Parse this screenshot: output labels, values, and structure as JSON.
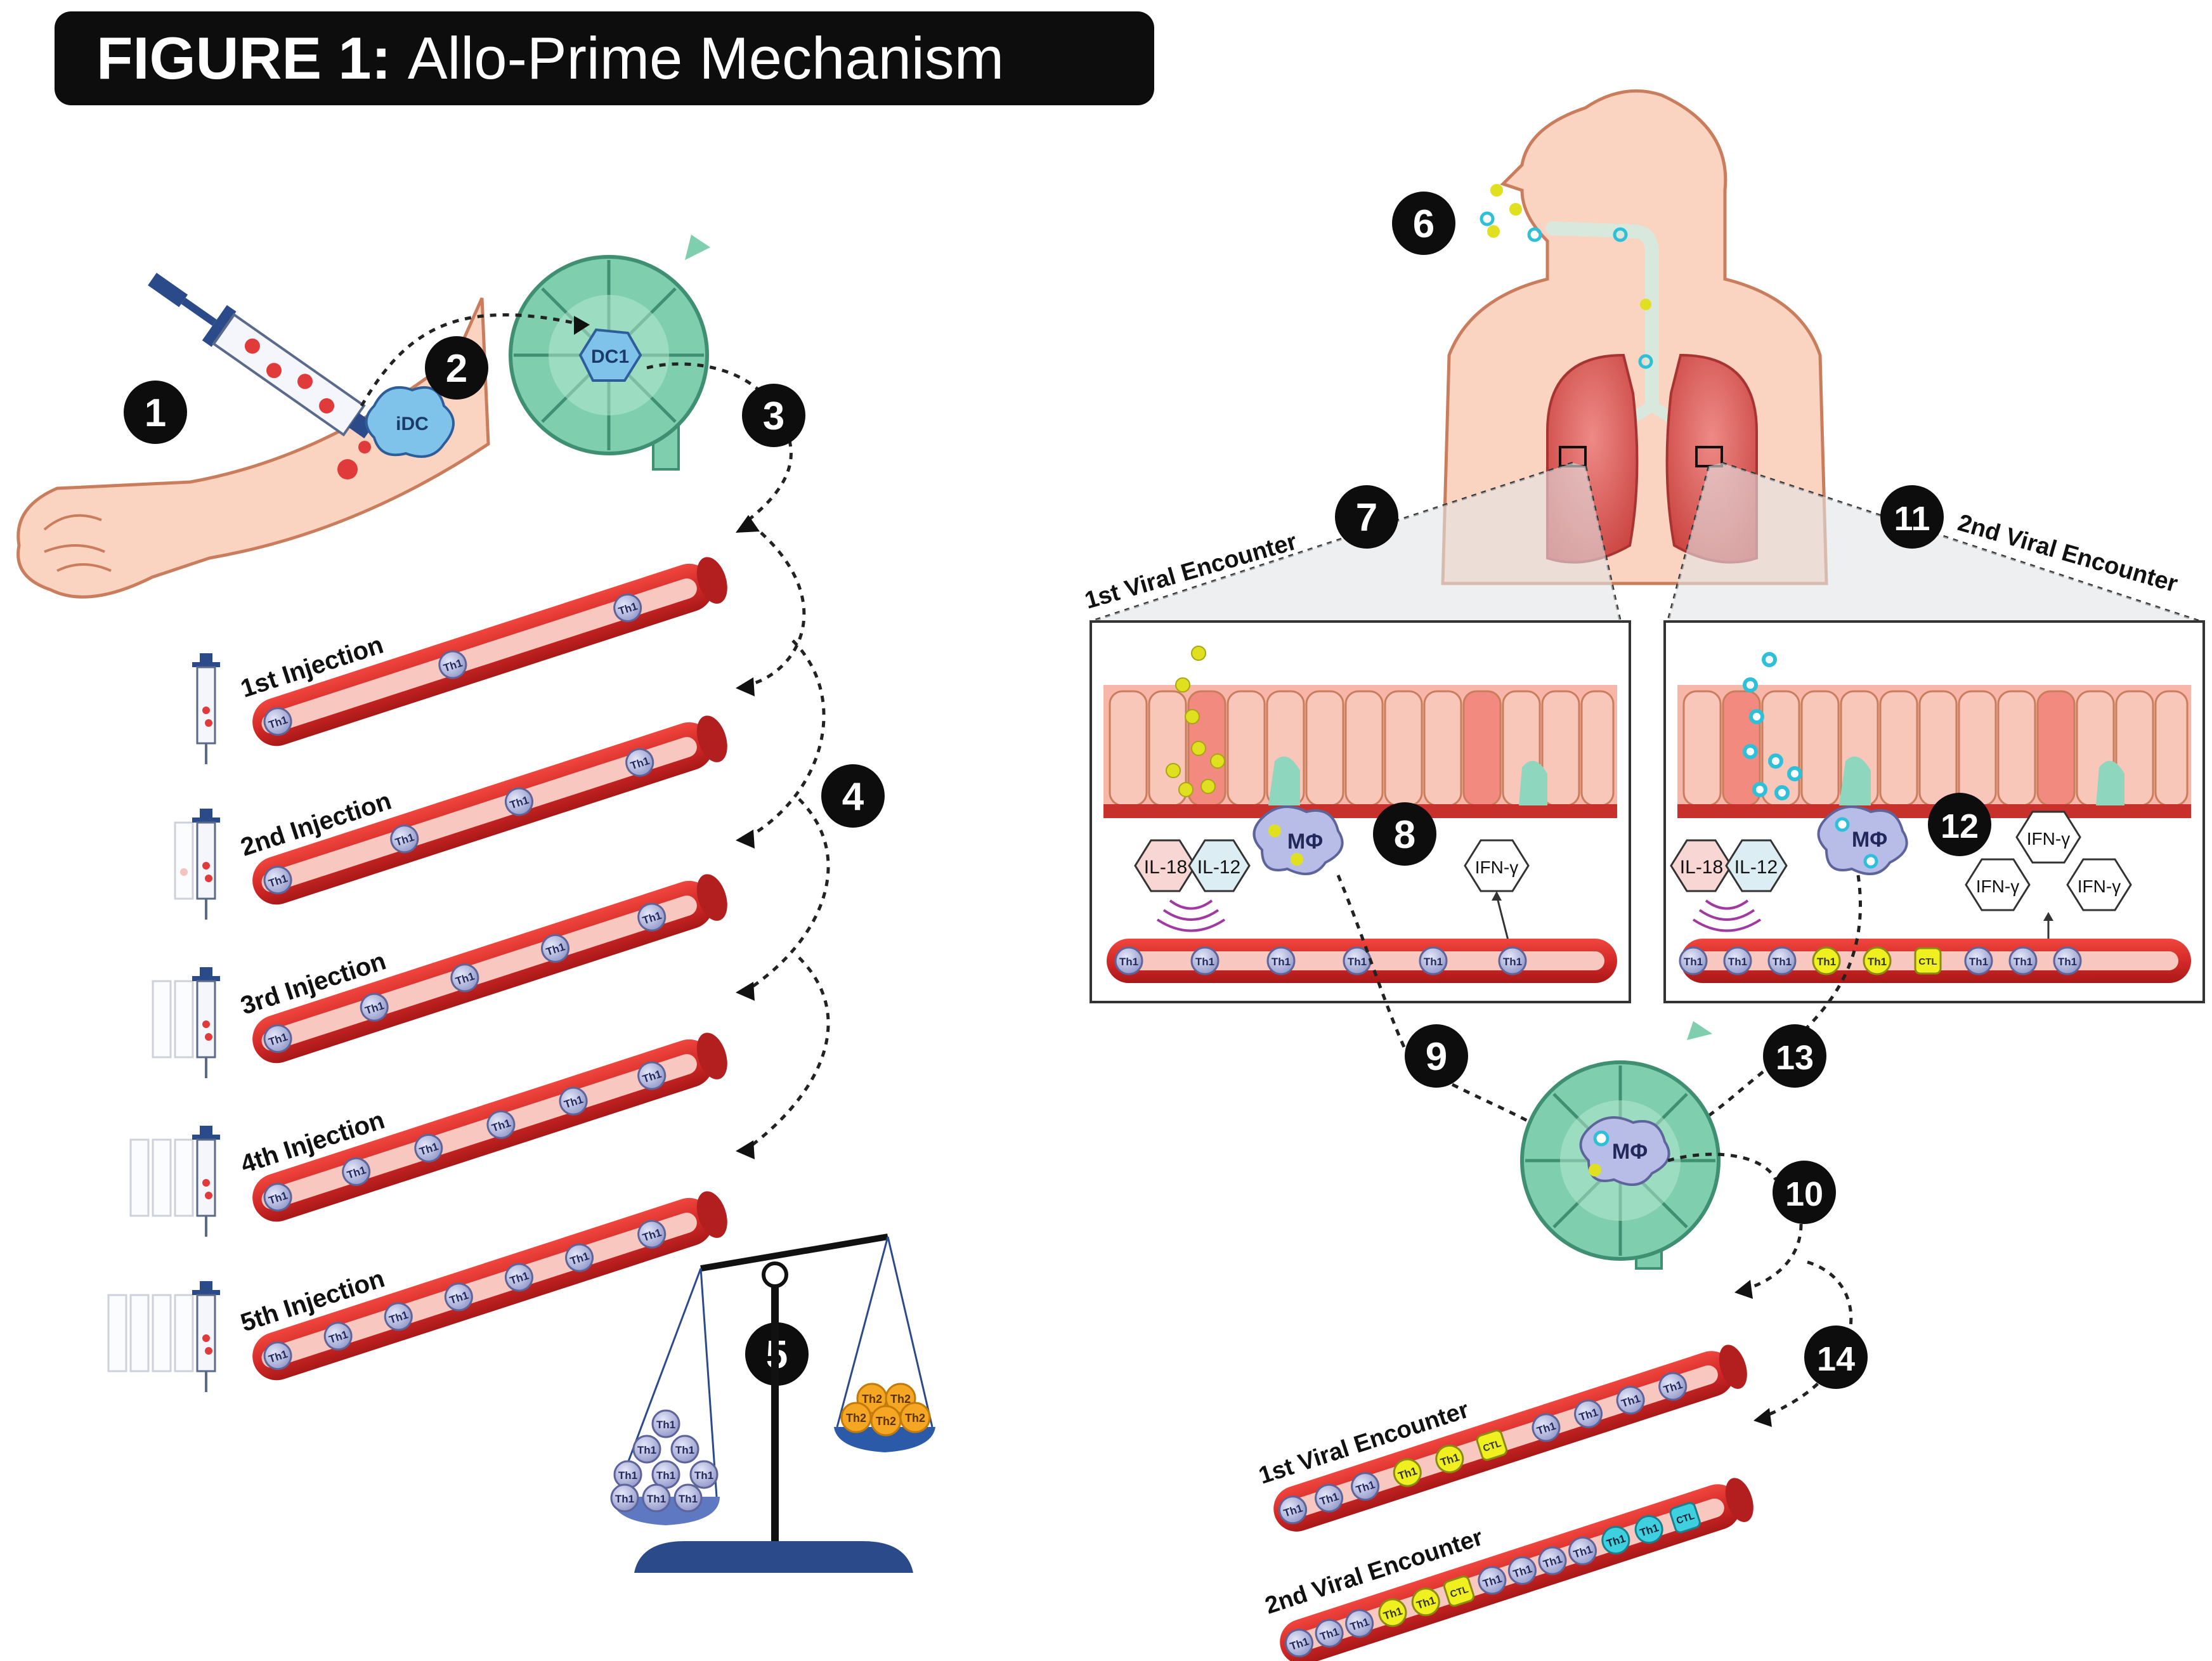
{
  "figure": {
    "title_bold": "FIGURE 1:",
    "title_rest": "Allo-Prime Mechanism"
  },
  "steps": {
    "s1": "1",
    "s2": "2",
    "s3": "3",
    "s4": "4",
    "s5": "5",
    "s6": "6",
    "s7": "7",
    "s8": "8",
    "s9": "9",
    "s10": "10",
    "s11": "11",
    "s12": "12",
    "s13": "13",
    "s14": "14"
  },
  "cells": {
    "idc": "iDC",
    "dc1": "DC1",
    "th1": "Th1",
    "th2": "Th2",
    "ctl": "CTL",
    "macrophage": "MΦ"
  },
  "injections": [
    {
      "label": "1st Injection"
    },
    {
      "label": "2nd Injection"
    },
    {
      "label": "3rd Injection"
    },
    {
      "label": "4th Injection"
    },
    {
      "label": "5th Injection"
    }
  ],
  "encounters": {
    "first": "1st Viral Encounter",
    "second": "2nd Viral Encounter"
  },
  "cytokines": {
    "il18": "IL-18",
    "il12": "IL-12",
    "ifng": "IFN-γ"
  },
  "colors": {
    "vessel": "#d42a28",
    "lymph_node": "#7fcfae",
    "th1": "#aab0dc",
    "th2": "#f5a623",
    "yellow_virus": "#e0e020",
    "cyan_virus": "#2ec0d8",
    "skin": "#fbd3c1"
  }
}
